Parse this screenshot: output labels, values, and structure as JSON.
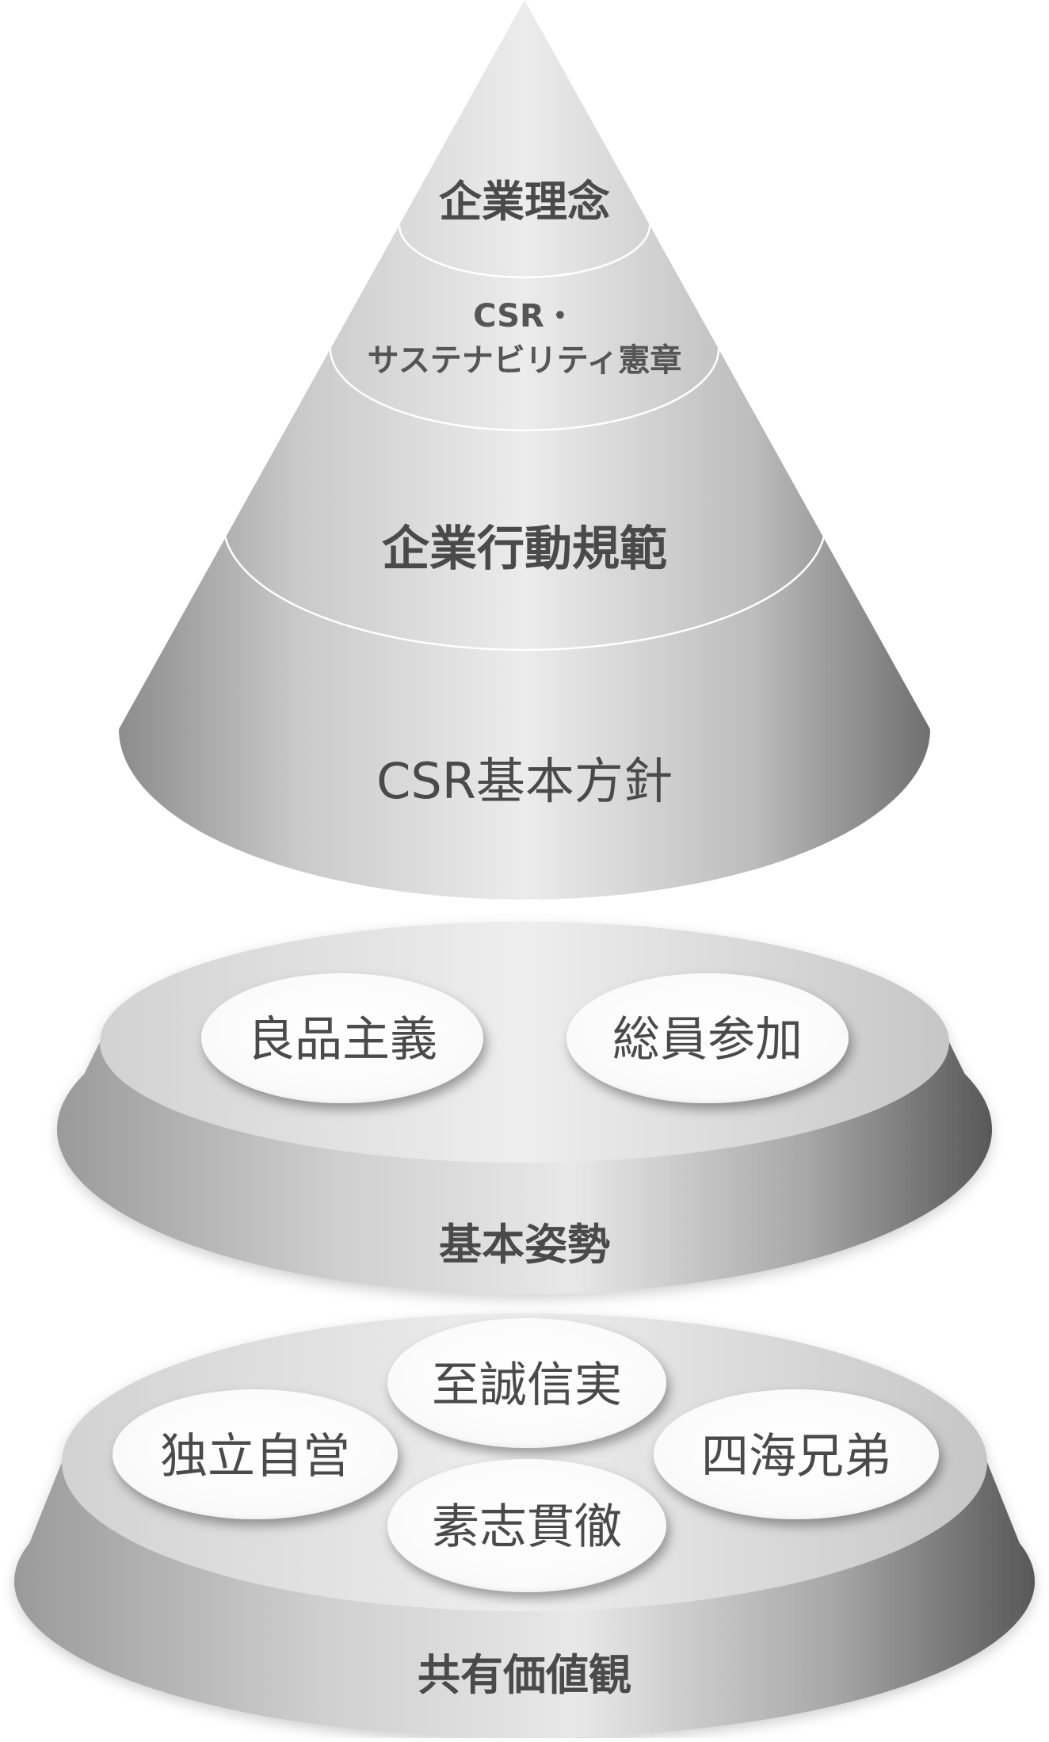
{
  "cone": {
    "tiers": [
      {
        "label": "企業理念"
      },
      {
        "label_line1": "CSR・",
        "label_line2": "サステナビリティ憲章"
      },
      {
        "label": "企業行動規範"
      },
      {
        "label": "CSR基本方針"
      }
    ]
  },
  "basic_stance": {
    "title": "基本姿勢",
    "items": [
      "良品主義",
      "総員参加"
    ]
  },
  "shared_values": {
    "title": "共有価値観",
    "items": [
      "至誠信実",
      "独立自営",
      "四海兄弟",
      "素志貫徹"
    ]
  }
}
